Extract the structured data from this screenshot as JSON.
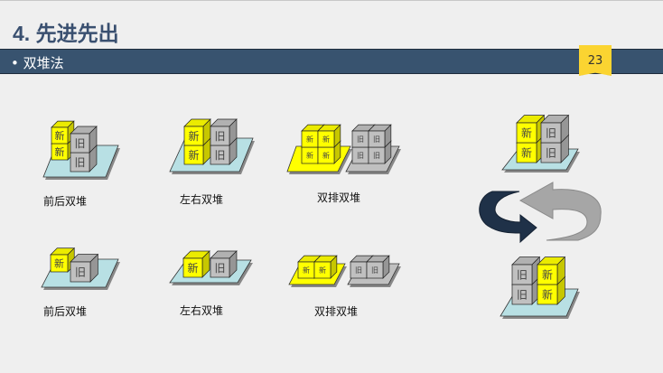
{
  "slide": {
    "title": "4. 先进先出",
    "section": "• 双堆法",
    "page_number": "23"
  },
  "cube_labels": {
    "new": "新",
    "old": "旧"
  },
  "captions": {
    "front_back_1": "前后双堆",
    "left_right_1": "左右双堆",
    "double_row_1": "双排双堆",
    "front_back_2": "前后双堆",
    "left_right_2": "左右双堆",
    "double_row_2": "双排双堆"
  },
  "colors": {
    "new": "#ffff00",
    "old": "#c0c0c0",
    "pallet": "#b8e0e4",
    "accent": "#38536f",
    "badge": "#fbd431"
  }
}
